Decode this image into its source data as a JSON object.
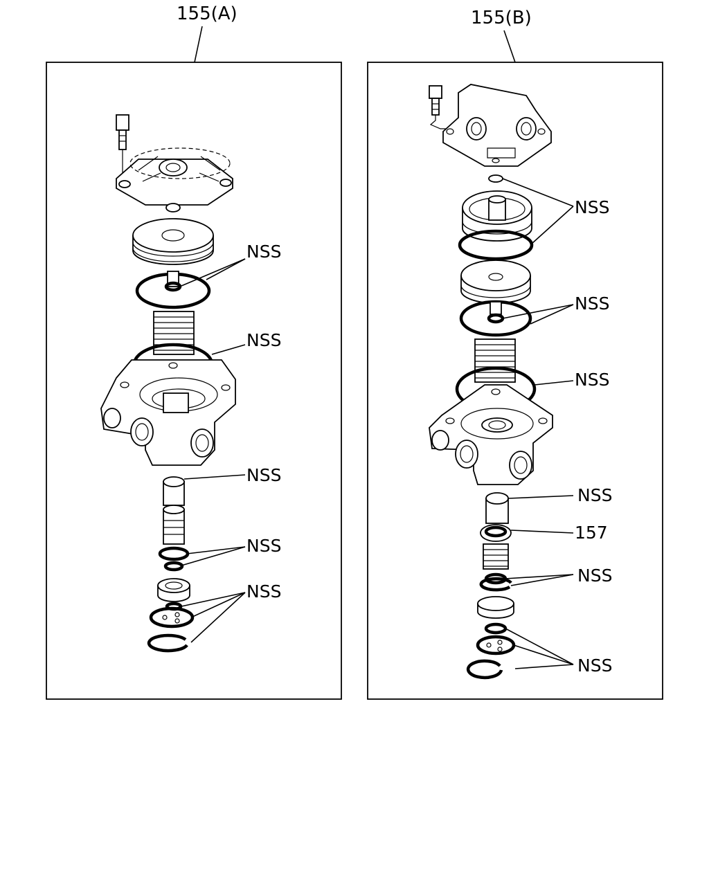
{
  "panels": [
    {
      "id": "A",
      "title": "155(A)"
    },
    {
      "id": "B",
      "title": "155(B)"
    }
  ],
  "callouts": {
    "a1": "NSS",
    "a2": "NSS",
    "a3": "NSS",
    "a4": "NSS",
    "a5": "NSS",
    "b1": "NSS",
    "b2": "NSS",
    "b3": "NSS",
    "b4": "NSS",
    "b5": "157",
    "b6": "NSS",
    "b7": "NSS"
  }
}
